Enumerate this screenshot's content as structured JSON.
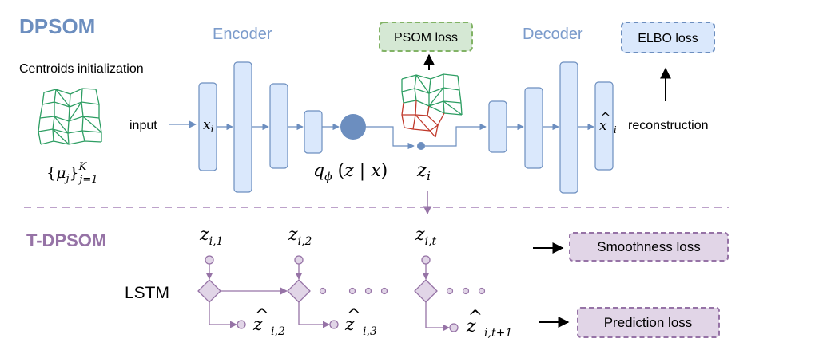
{
  "dpsom": {
    "title": "DPSOM",
    "encoder_label": "Encoder",
    "decoder_label": "Decoder",
    "psom_loss": "PSOM loss",
    "elbo_loss": "ELBO loss",
    "centroids_label": "Centroids initialization",
    "centroids_set": "{μj}Kj=1",
    "input_label": "input",
    "reconstruction_label": "reconstruction",
    "x_i": "xi",
    "xhat_i": "x̂i",
    "q_phi": "qϕ(z|x)",
    "z_i": "zi"
  },
  "tdpsom": {
    "title": "T-DPSOM",
    "lstm_label": "LSTM",
    "smoothness_loss": "Smoothness loss",
    "prediction_loss": "Prediction loss",
    "z_inputs": [
      "zi,1",
      "zi,2",
      "zi,t"
    ],
    "z_preds": [
      "ẑi,2",
      "ẑi,3",
      "ẑi,t+1"
    ]
  },
  "colors": {
    "dpsom_blue": "#6c8ebf",
    "tdpsom_purple": "#9673a6",
    "layer_fill": "#dae8fc",
    "psom_fill": "#d5e8d4",
    "psom_border": "#82b366",
    "lstm_fill": "#e1d5e7",
    "som_green": "#2e9e63",
    "som_red": "#c0392b"
  }
}
